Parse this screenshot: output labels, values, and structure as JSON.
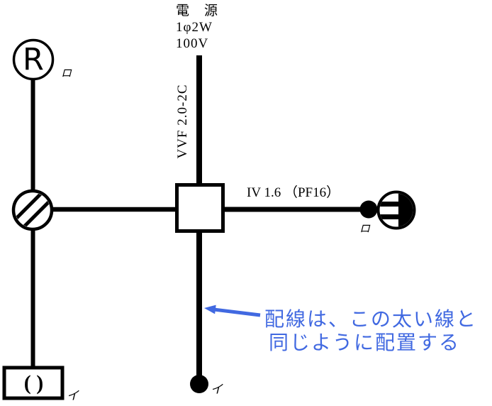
{
  "colors": {
    "wire": "#000000",
    "annotation_blue": "#4169E1",
    "background": "#ffffff"
  },
  "power_source": {
    "title": "電　源",
    "phase": "1φ2W",
    "voltage": "100V"
  },
  "cable_labels": {
    "vertical": "VVF 2.0-2C",
    "horizontal": "IV 1.6 （PF16）"
  },
  "devices": {
    "lamp_receptacle": {
      "letter": "R",
      "switch_group": "ロ",
      "icon": "circle-with-R"
    },
    "pendant_light": {
      "icon": "hatched-circle"
    },
    "junction_box": {
      "icon": "open-square"
    },
    "ceiling_rosette": {
      "symbol": "( )",
      "switch_group": "イ",
      "icon": "rect-with-parentheses"
    },
    "switch_i": {
      "label": "イ",
      "icon": "filled-dot"
    },
    "switch_ro": {
      "label": "ロ",
      "icon": "filled-dot"
    },
    "wall_outlet": {
      "icon": "half-filled-circle-with-bars"
    }
  },
  "annotation": {
    "line1": "配線は、この太い線と",
    "line2": "同じように配置する",
    "arrow_icon": "left-arrow"
  }
}
